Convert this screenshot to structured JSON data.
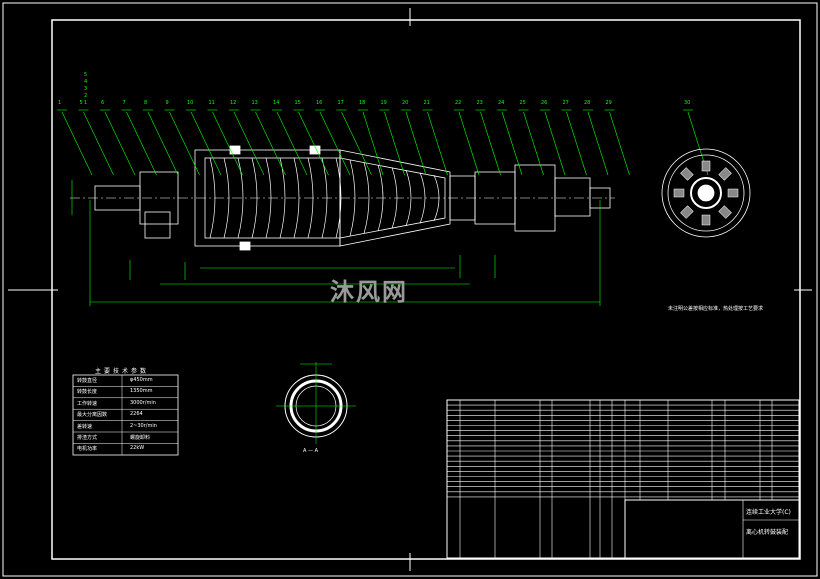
{
  "drawing": {
    "title_block_name": "连续工业大学(C)",
    "title_block_title": "离心机转鼓装配",
    "note": "未注明公差按相应标准，热处理按工艺要求",
    "section_label": "A — A",
    "watermark": "沐风网"
  },
  "part_labels_left": [
    "5",
    "4",
    "3",
    "2",
    "1"
  ],
  "balloons_top": [
    "1",
    "5",
    "6",
    "7",
    "8",
    "9",
    "10",
    "11",
    "12",
    "13",
    "14",
    "15",
    "16",
    "17",
    "18",
    "19",
    "20",
    "21",
    "22",
    "23",
    "24",
    "25",
    "26",
    "27",
    "28",
    "29",
    "30"
  ],
  "params_table": {
    "title": "主要技术参数",
    "rows": [
      [
        "转鼓直径",
        "φ450mm"
      ],
      [
        "转鼓长度",
        "1350mm"
      ],
      [
        "工作转速",
        "3000r/min"
      ],
      [
        "最大分离因数",
        "2264"
      ],
      [
        "差转速",
        "2~30r/min"
      ],
      [
        "排渣方式",
        "螺旋卸料"
      ],
      [
        "电机功率",
        "22kW"
      ]
    ]
  },
  "colors": {
    "line": "#ffffff",
    "leader": "#00ff00",
    "dim": "#00ff00",
    "hatch": "#ffffff"
  }
}
